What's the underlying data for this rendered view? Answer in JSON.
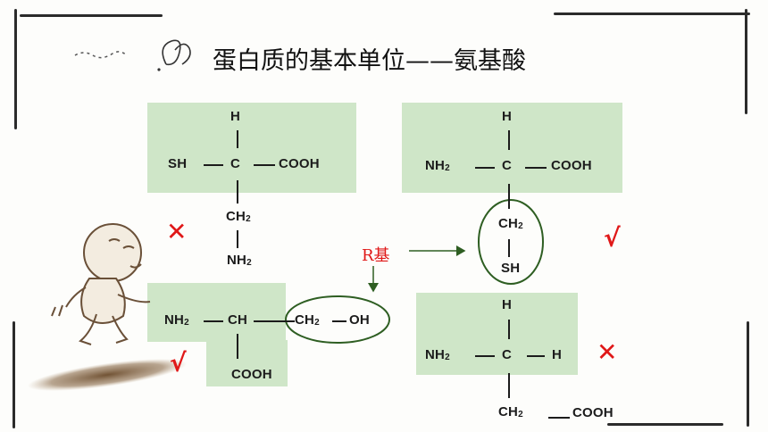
{
  "title": "蛋白质的基本单位——氨基酸",
  "r_group_label": "R基",
  "structures": {
    "top_left": {
      "h": "H",
      "left": "SH",
      "center": "C",
      "right": "COOH",
      "below1": "CH2",
      "below2": "NH2"
    },
    "top_right": {
      "h": "H",
      "left": "NH2",
      "center": "C",
      "right": "COOH",
      "below1": "CH2",
      "below2": "SH"
    },
    "bottom_left": {
      "left": "NH2",
      "center": "CH",
      "right1": "CH2",
      "right2": "OH",
      "below": "COOH"
    },
    "bottom_right": {
      "h": "H",
      "left": "NH2",
      "center": "C",
      "right": "H",
      "below1": "CH2",
      "below2": "COOH"
    }
  },
  "marks": {
    "cross": "✕",
    "check": "√"
  },
  "colors": {
    "box": "#cfe6c8",
    "ellipse": "#2e5e22",
    "mark": "#e01818",
    "arrow": "#2e5e22"
  }
}
